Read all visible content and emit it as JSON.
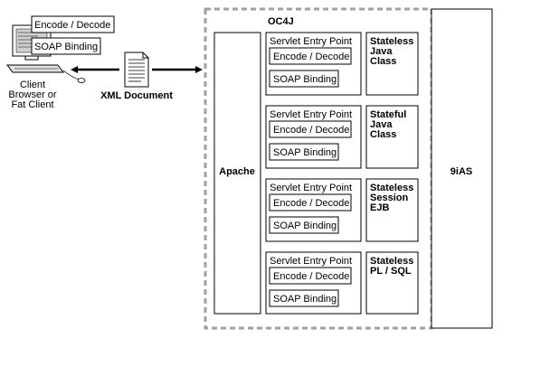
{
  "client": {
    "encode_label": "Encode / Decode",
    "soap_label": "SOAP Binding",
    "caption_line1": "Client",
    "caption_line2": "Browser or",
    "caption_line3": "Fat Client"
  },
  "document": {
    "label": "XML Document"
  },
  "oc4j": {
    "title": "OC4J",
    "apache_label": "Apache",
    "rows": [
      {
        "servlet_label": "Servlet Entry Point",
        "encode_label": "Encode / Decode",
        "soap_label": "SOAP Binding",
        "target_line1": "Stateless",
        "target_line2": "Java",
        "target_line3": "Class"
      },
      {
        "servlet_label": "Servlet Entry Point",
        "encode_label": "Encode / Decode",
        "soap_label": "SOAP Binding",
        "target_line1": "Stateful",
        "target_line2": "Java",
        "target_line3": "Class"
      },
      {
        "servlet_label": "Servlet Entry Point",
        "encode_label": "Encode / Decode",
        "soap_label": "SOAP Binding",
        "target_line1": "Stateless",
        "target_line2": "Session",
        "target_line3": "EJB"
      },
      {
        "servlet_label": "Servlet Entry Point",
        "encode_label": "Encode / Decode",
        "soap_label": "SOAP Binding",
        "target_line1": "Stateless",
        "target_line2": "PL / SQL",
        "target_line3": ""
      }
    ]
  },
  "ias": {
    "label": "9iAS"
  }
}
